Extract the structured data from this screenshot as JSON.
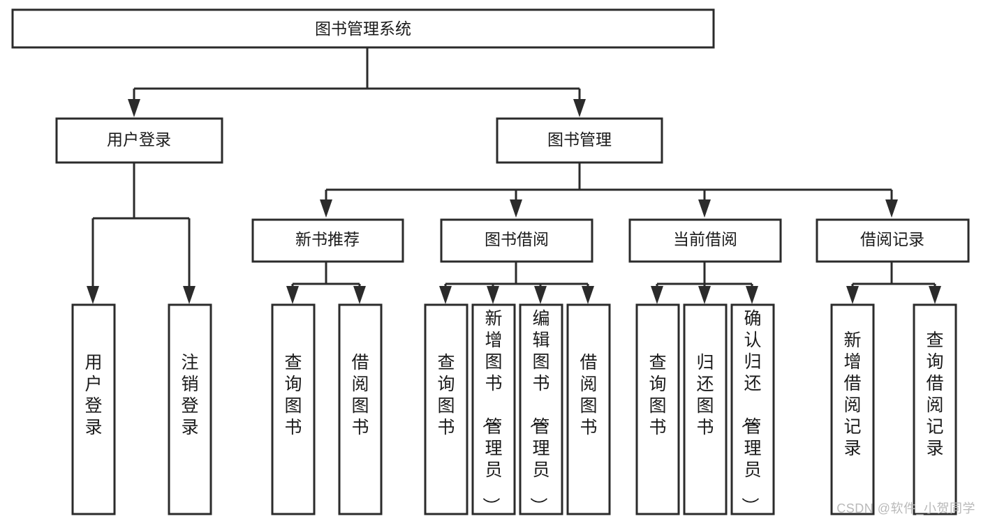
{
  "diagram": {
    "type": "tree-hierarchy-chart",
    "title": "图书管理系统",
    "orientation": "top-down",
    "watermark": "CSDN @软件_小贺同学",
    "colors": {
      "background": "#ffffff",
      "box_fill": "#ffffff",
      "box_stroke": "#2b2b2b",
      "text": "#1a1a1a",
      "watermark": "#b9b9b9"
    },
    "levels": [
      {
        "level": 1,
        "nodes": [
          {
            "id": "root",
            "label": "图书管理系统",
            "text_orientation": "horizontal"
          }
        ]
      },
      {
        "level": 2,
        "nodes": [
          {
            "id": "login",
            "label": "用户登录",
            "parent": "root",
            "text_orientation": "horizontal"
          },
          {
            "id": "bookmgmt",
            "label": "图书管理",
            "parent": "root",
            "text_orientation": "horizontal"
          }
        ]
      },
      {
        "level": 3,
        "nodes": [
          {
            "id": "newbook",
            "label": "新书推荐",
            "parent": "bookmgmt",
            "text_orientation": "horizontal"
          },
          {
            "id": "borrow",
            "label": "图书借阅",
            "parent": "bookmgmt",
            "text_orientation": "horizontal"
          },
          {
            "id": "current",
            "label": "当前借阅",
            "parent": "bookmgmt",
            "text_orientation": "horizontal"
          },
          {
            "id": "records",
            "label": "借阅记录",
            "parent": "bookmgmt",
            "text_orientation": "horizontal"
          }
        ]
      },
      {
        "level": 4,
        "nodes": [
          {
            "id": "leaf-1",
            "label": "用户登录",
            "parent": "login",
            "text_orientation": "vertical"
          },
          {
            "id": "leaf-2",
            "label": "注销登录",
            "parent": "login",
            "text_orientation": "vertical"
          },
          {
            "id": "leaf-3",
            "label": "查询图书",
            "parent": "newbook",
            "text_orientation": "vertical"
          },
          {
            "id": "leaf-4",
            "label": "借阅图书",
            "parent": "newbook",
            "text_orientation": "vertical"
          },
          {
            "id": "leaf-5",
            "label": "查询图书",
            "parent": "borrow",
            "text_orientation": "vertical"
          },
          {
            "id": "leaf-6",
            "label": "新增图书（管理员）",
            "parent": "borrow",
            "text_orientation": "vertical"
          },
          {
            "id": "leaf-7",
            "label": "编辑图书（管理员）",
            "parent": "borrow",
            "text_orientation": "vertical"
          },
          {
            "id": "leaf-8",
            "label": "借阅图书",
            "parent": "borrow",
            "text_orientation": "vertical"
          },
          {
            "id": "leaf-9",
            "label": "查询图书",
            "parent": "current",
            "text_orientation": "vertical"
          },
          {
            "id": "leaf-10",
            "label": "归还图书",
            "parent": "current",
            "text_orientation": "vertical"
          },
          {
            "id": "leaf-11",
            "label": "确认归还（管理员）",
            "parent": "current",
            "text_orientation": "vertical"
          },
          {
            "id": "leaf-12",
            "label": "新增借阅记录",
            "parent": "records",
            "text_orientation": "vertical"
          },
          {
            "id": "leaf-13",
            "label": "查询借阅记录",
            "parent": "records",
            "text_orientation": "vertical"
          }
        ]
      }
    ]
  }
}
